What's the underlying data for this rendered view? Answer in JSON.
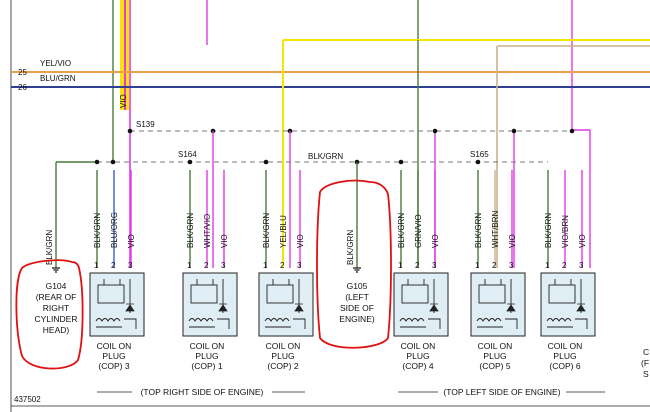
{
  "document_id": "437502",
  "wires": {
    "w25": {
      "number": "25",
      "label": "YEL/VIO"
    },
    "w26": {
      "number": "26",
      "label": "BLU/GRN"
    },
    "vio_vertical": "VIO",
    "blk_grn_bus": "BLK/GRN"
  },
  "splices": {
    "s139": "S139",
    "s164": "S164",
    "s165": "S165"
  },
  "pin_numbers": [
    "1",
    "2",
    "3"
  ],
  "coils": [
    {
      "title": [
        "COIL ON",
        "PLUG",
        "(COP) 3"
      ],
      "wires": [
        "BLK/GRN",
        "BLU/ORG",
        "VIO"
      ]
    },
    {
      "title": [
        "COIL ON",
        "PLUG",
        "(COP) 1"
      ],
      "wires": [
        "BLK/GRN",
        "WHT/VIO",
        "VIO"
      ]
    },
    {
      "title": [
        "COIL ON",
        "PLUG",
        "(COP) 2"
      ],
      "wires": [
        "BLK/GRN",
        "YEL/BLU",
        "VIO"
      ]
    },
    {
      "title": [
        "COIL ON",
        "PLUG",
        "(COP) 4"
      ],
      "wires": [
        "BLK/GRN",
        "GRN/VIO",
        "VIO"
      ]
    },
    {
      "title": [
        "COIL ON",
        "PLUG",
        "(COP) 5"
      ],
      "wires": [
        "BLK/GRN",
        "WHT/BRN",
        "VIO"
      ]
    },
    {
      "title": [
        "COIL ON",
        "PLUG",
        "(COP) 6"
      ],
      "wires": [
        "BLK/GRN",
        "VIO/BRN",
        "VIO"
      ]
    }
  ],
  "grounds": {
    "g104": {
      "wire": "BLK/GRN",
      "lines": [
        "G104",
        "(REAR OF",
        "RIGHT",
        "CYLINDER",
        "HEAD)"
      ]
    },
    "g105": {
      "wire": "BLK/GRN",
      "lines": [
        "G105",
        "(LEFT",
        "SIDE OF",
        "ENGINE)"
      ]
    }
  },
  "groups": {
    "right": "(TOP RIGHT SIDE OF ENGINE)",
    "left": "(TOP LEFT SIDE OF ENGINE)"
  },
  "edge_fragments": [
    "C",
    "(F",
    "S"
  ],
  "colors": {
    "yellow": "#f5e600",
    "yel_vio_wire": "#e9a04a",
    "blu_grn_wire": "#2f3f93",
    "blk_grn_wire": "#4d7a3c",
    "vio_wire": "#e13ae6",
    "blue_wire": "#3a5fd0",
    "wht_brn_wire": "#c8b48a",
    "component_fill": "#dfeef5",
    "annotation_red": "#e01010"
  }
}
